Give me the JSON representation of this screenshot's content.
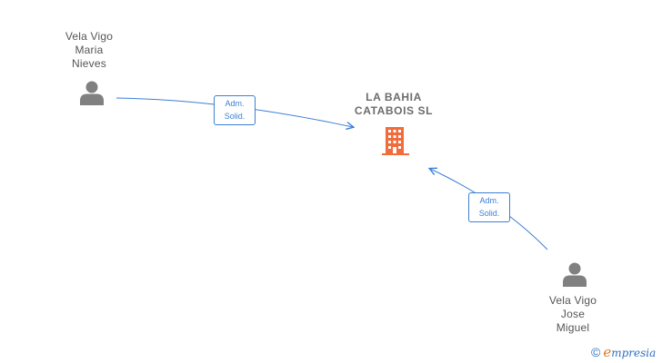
{
  "company": {
    "name_line1": "LA BAHIA",
    "name_line2": "CATABOIS  SL",
    "icon": "building-icon",
    "icon_color": "#f26b3a"
  },
  "people": [
    {
      "name_line1": "Vela Vigo",
      "name_line2": "Maria",
      "name_line3": "Nieves",
      "icon": "person-icon",
      "role_line1": "Adm.",
      "role_line2": "Solid."
    },
    {
      "name_line1": "Vela Vigo",
      "name_line2": "Jose",
      "name_line3": "Miguel",
      "icon": "person-icon",
      "role_line1": "Adm.",
      "role_line2": "Solid."
    }
  ],
  "colors": {
    "edge": "#3c7fd4",
    "person_icon": "#808080",
    "text": "#555555"
  },
  "footer": {
    "copyright_symbol": "©",
    "brand_first_letter": "e",
    "brand_rest": "mpresia"
  }
}
